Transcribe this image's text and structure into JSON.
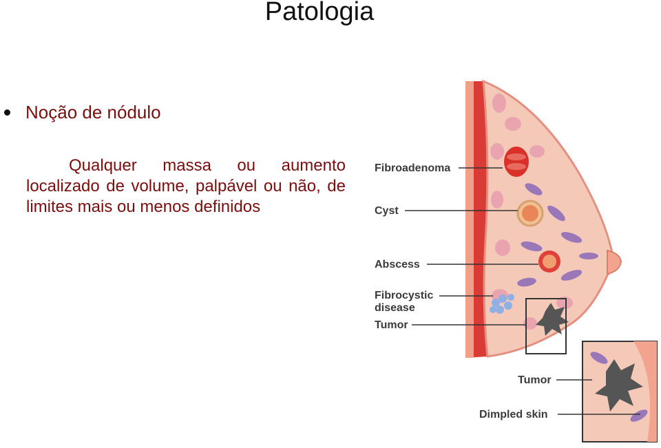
{
  "title": "Patologia",
  "bullet": "Noção de nódulo",
  "paragraph": "Qualquer massa ou aumento localizado de volume, palpável ou não, de limites mais ou menos definidos",
  "figure": {
    "labels": {
      "fibroadenoma": "Fibroadenoma",
      "cyst": "Cyst",
      "abscess": "Abscess",
      "fibrocystic_1": "Fibrocystic",
      "fibrocystic_2": "disease",
      "tumor": "Tumor",
      "tumor_inset": "Tumor",
      "dimpled_skin": "Dimpled skin"
    },
    "colors": {
      "muscle": "#e0403a",
      "tissue": "#f4c9b8",
      "lobule": "#9a78b8",
      "skin": "#f2a48e"
    }
  }
}
